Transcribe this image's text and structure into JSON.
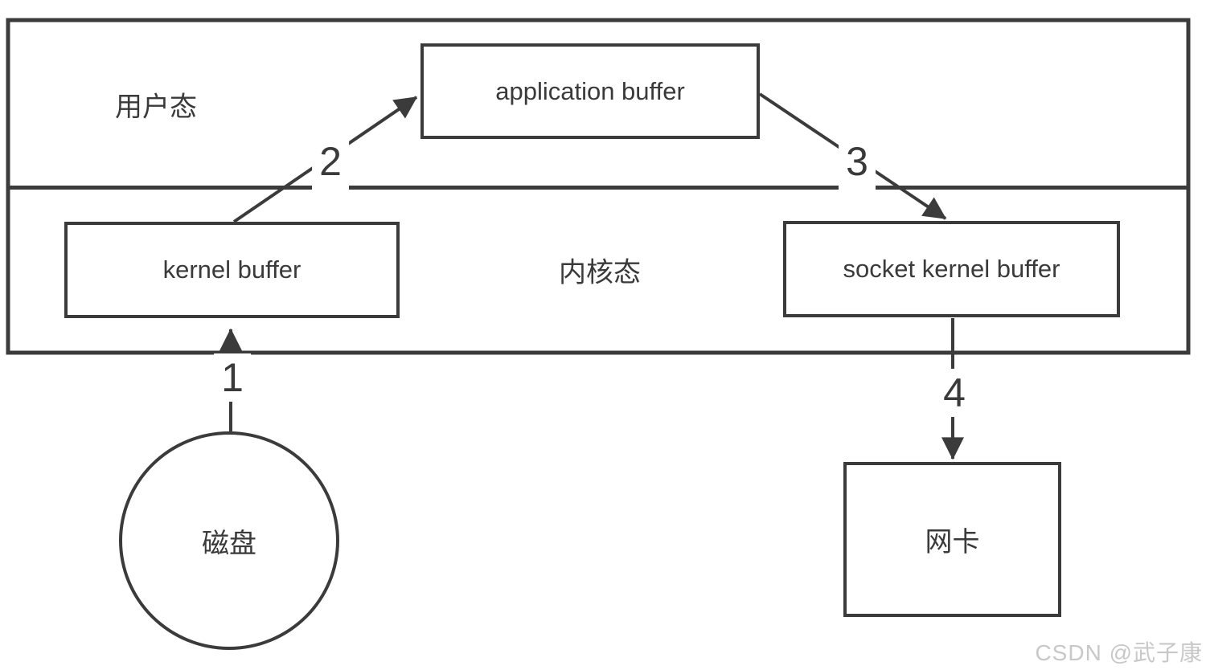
{
  "diagram": {
    "regions": {
      "user_mode": "用户态",
      "kernel_mode": "内核态"
    },
    "nodes": {
      "application_buffer": "application buffer",
      "kernel_buffer": "kernel buffer",
      "socket_kernel_buffer": "socket kernel buffer",
      "disk": "磁盘",
      "nic": "网卡"
    },
    "arrows": [
      {
        "label": "1",
        "from": "disk",
        "to": "kernel_buffer"
      },
      {
        "label": "2",
        "from": "kernel_buffer",
        "to": "application_buffer"
      },
      {
        "label": "3",
        "from": "application_buffer",
        "to": "socket_kernel_buffer"
      },
      {
        "label": "4",
        "from": "socket_kernel_buffer",
        "to": "nic"
      }
    ],
    "colors": {
      "line": "#3b3b3b",
      "text": "#3a3a3a",
      "watermark": "#c8c8c8",
      "background": "#ffffff"
    }
  },
  "watermark": {
    "text": "CSDN @武子康"
  }
}
